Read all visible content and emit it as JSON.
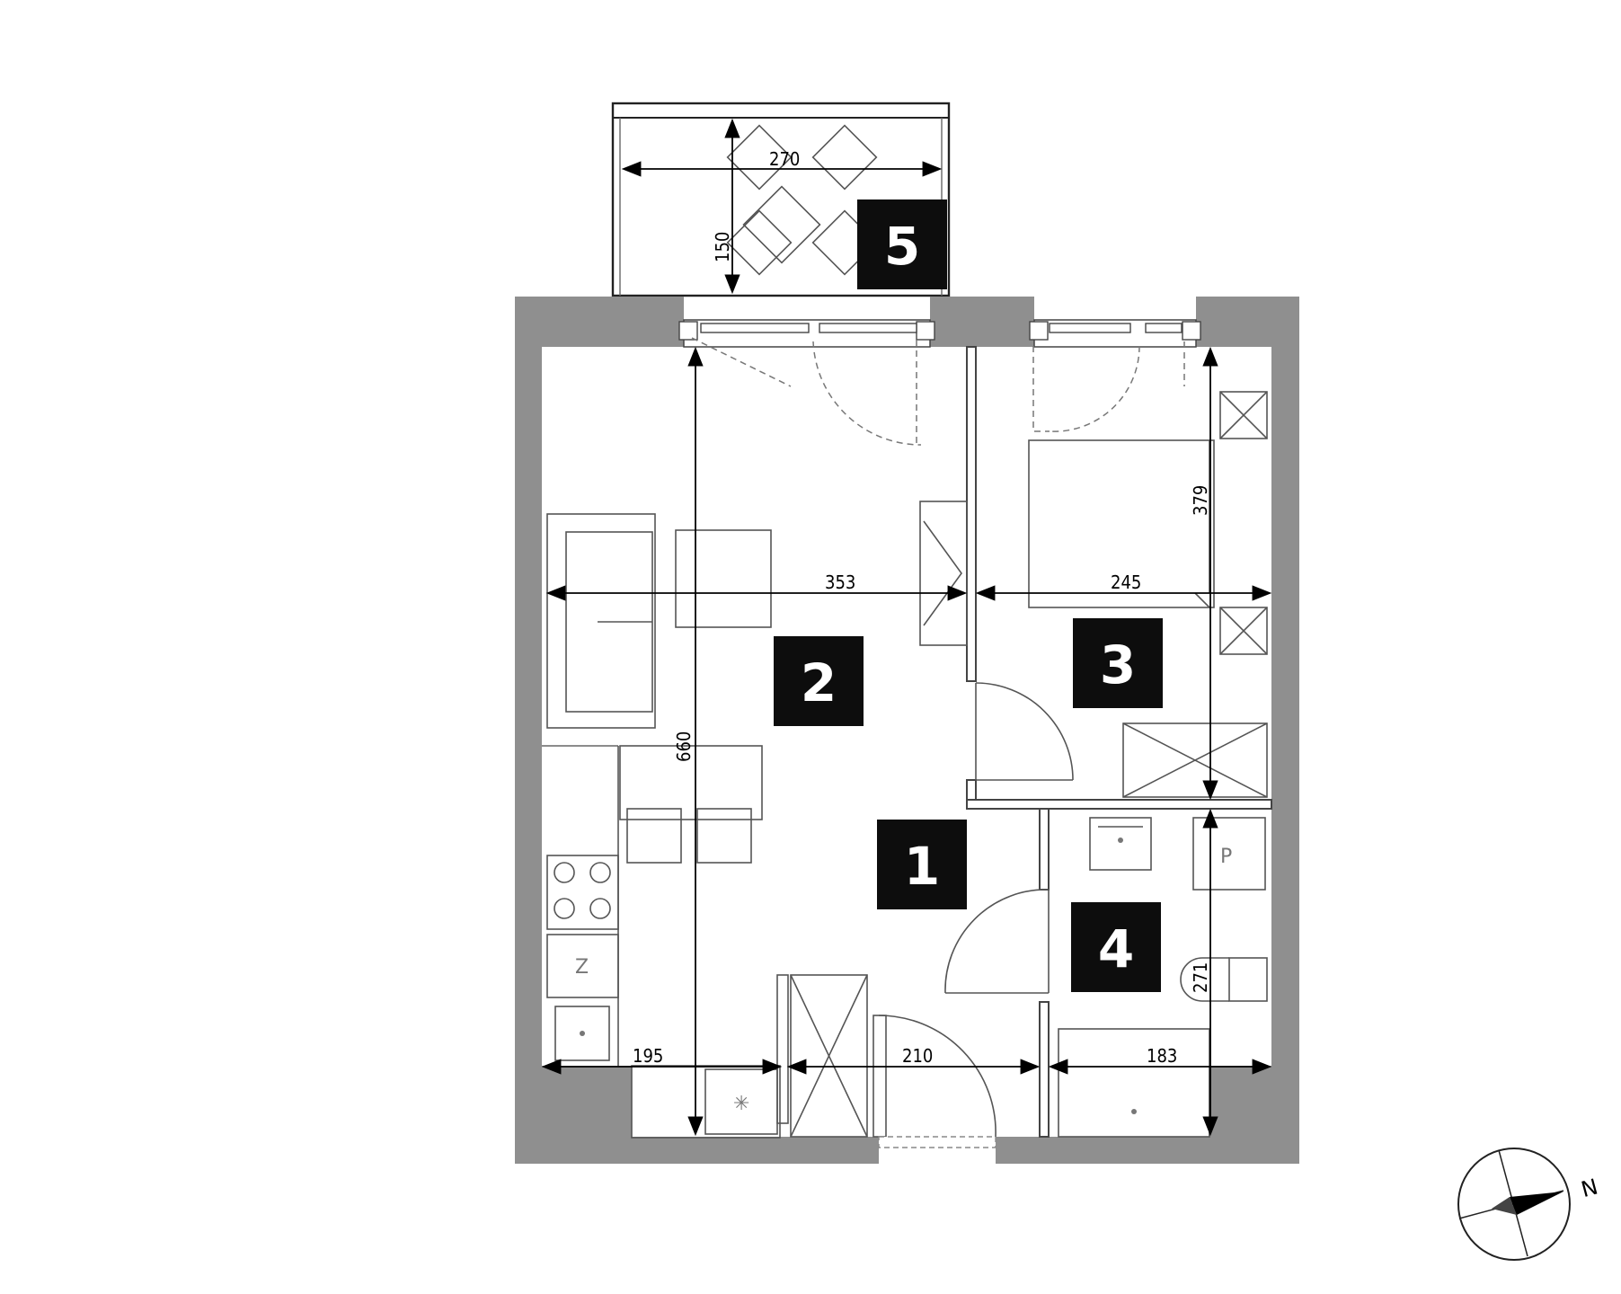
{
  "rooms": [
    {
      "number": "1"
    },
    {
      "number": "2"
    },
    {
      "number": "3"
    },
    {
      "number": "4"
    },
    {
      "number": "5"
    }
  ],
  "dimensions": {
    "balcony_width": "270",
    "balcony_depth": "150",
    "living_width": "353",
    "living_length": "660",
    "bedroom_width": "245",
    "bedroom_length": "379",
    "kitchen_width": "195",
    "hall_width": "210",
    "bathroom_width": "183",
    "bathroom_length": "271"
  },
  "fixtures": {
    "fridge_letter": "Z",
    "washer_letter": "P"
  },
  "compass": {
    "label": "N"
  },
  "colors": {
    "wall": "#8f8f8f",
    "room_label_bg": "#0d0d0d",
    "room_label_text": "#ffffff"
  }
}
